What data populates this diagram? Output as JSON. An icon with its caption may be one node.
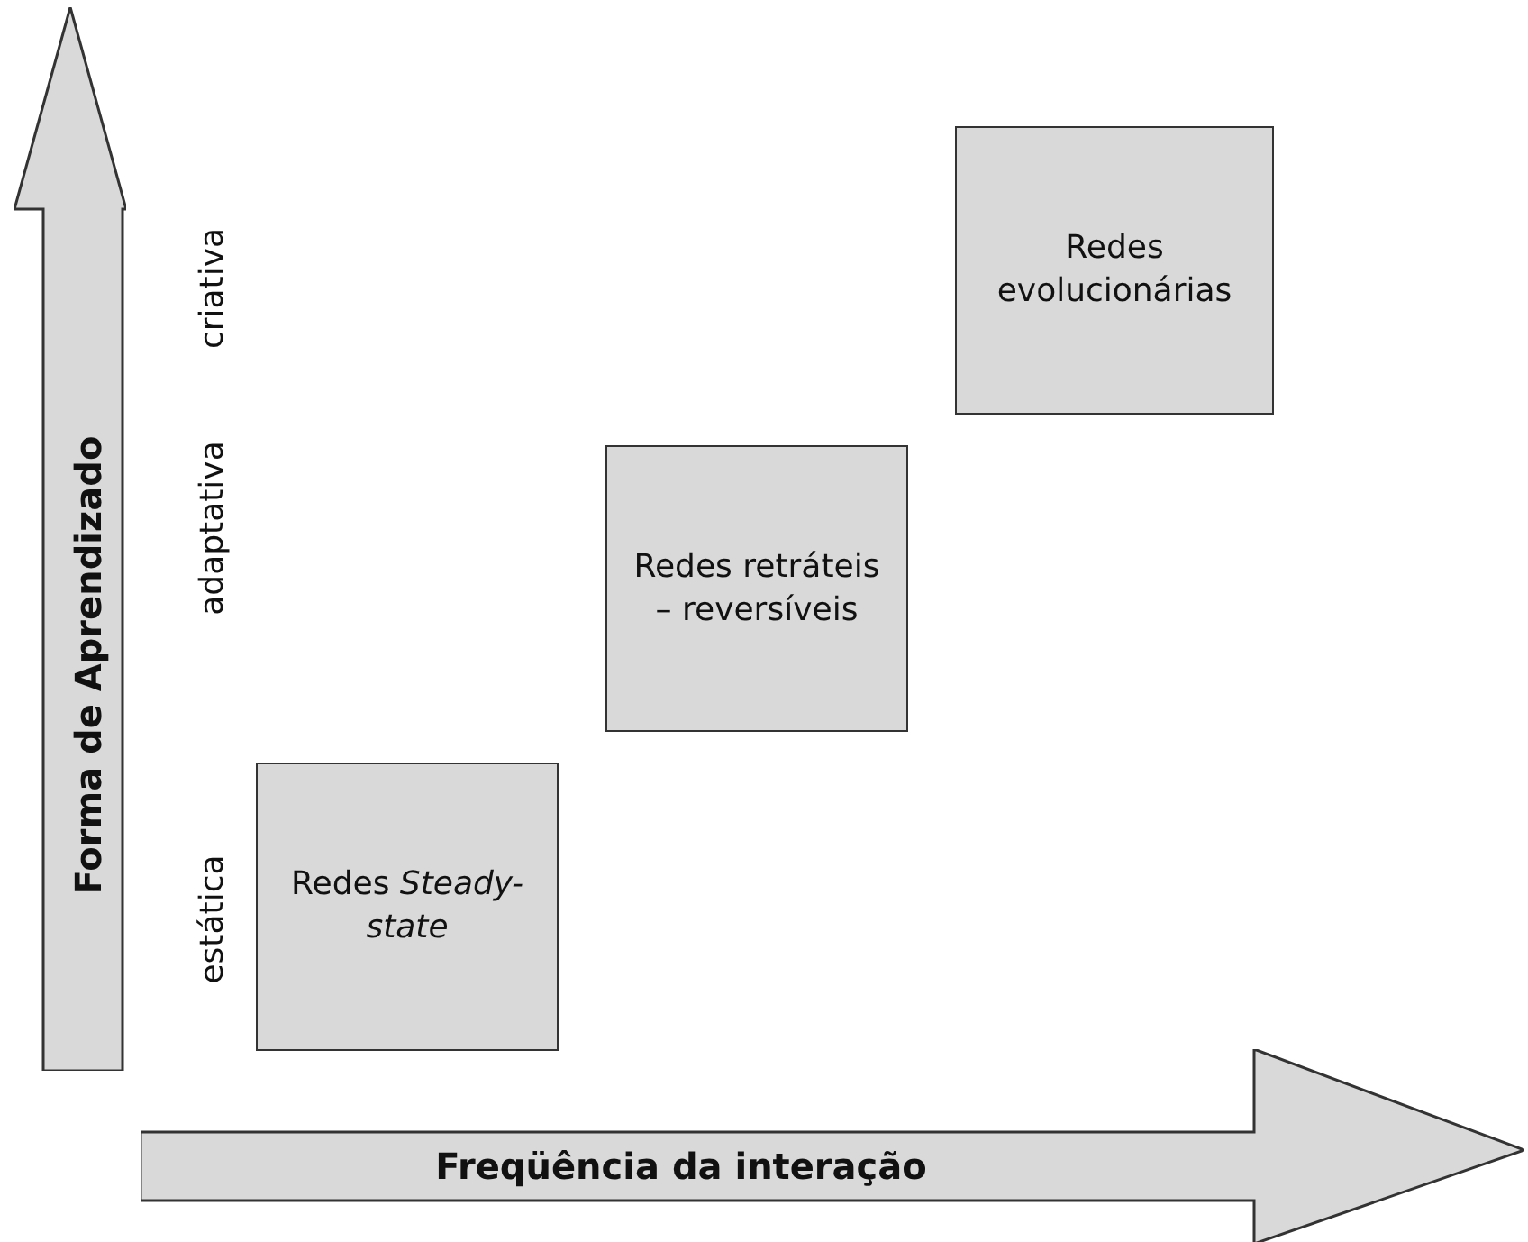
{
  "diagram": {
    "nodes": [
      {
        "text": [
          "Forma de Aprendizado"
        ]
      },
      {
        "text": [
          "Redes evolucionárias"
        ]
      },
      {
        "text": [
          "Redes retráteis – reversíveis"
        ]
      },
      {
        "text": [
          "Redes *Steady-state*"
        ]
      },
      {
        "text": [
          "Freqüência da interação"
        ]
      }
    ],
    "edges": [],
    "labels": [
      "criativa",
      "adaptativa",
      "estática"
    ]
  }
}
